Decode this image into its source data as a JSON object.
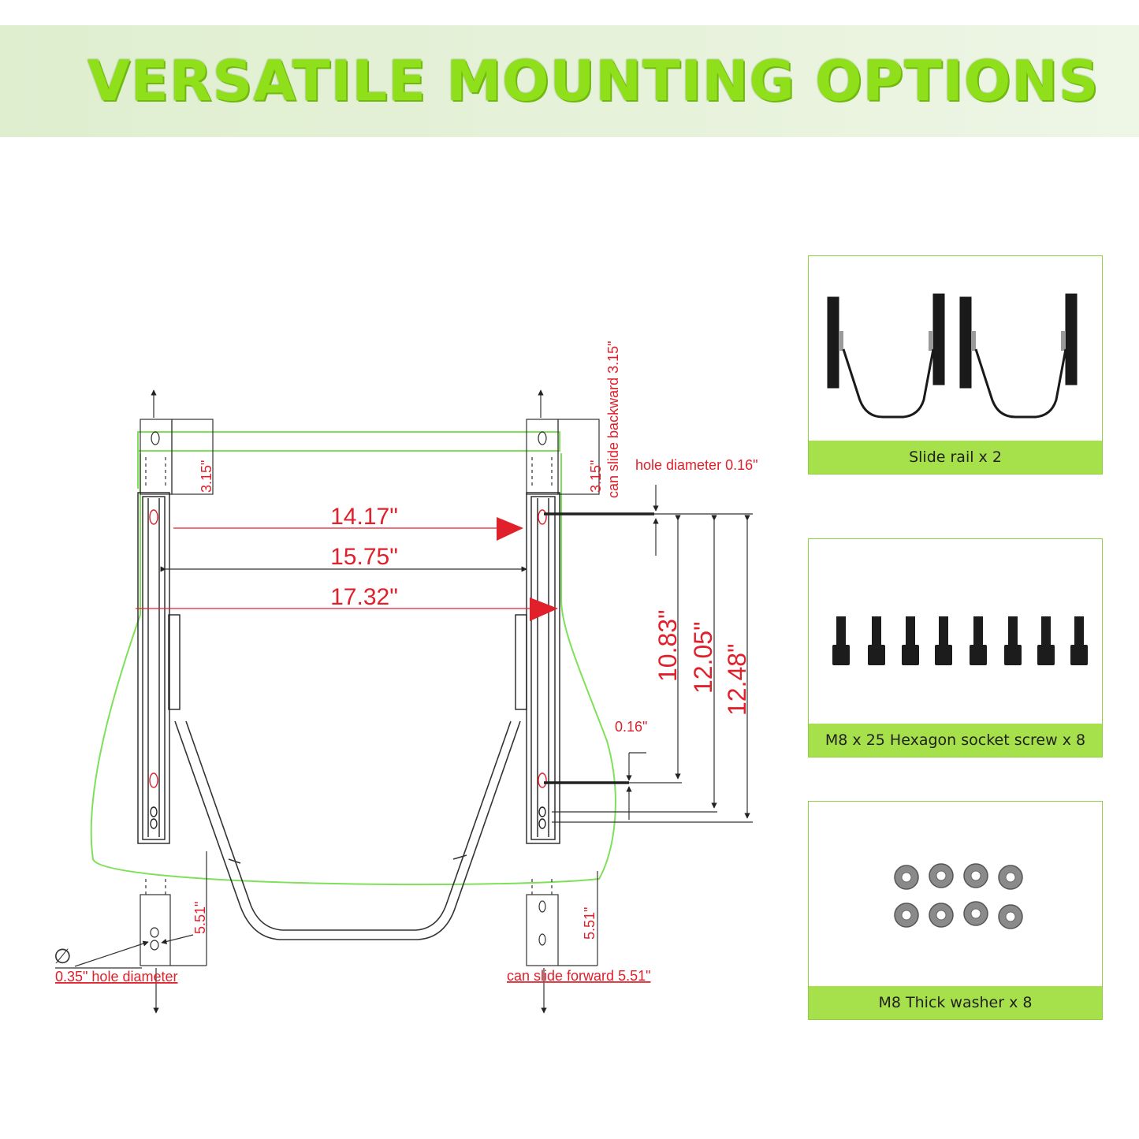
{
  "banner": {
    "title": "VERSATILE MOUNTING OPTIONS"
  },
  "diagram": {
    "width_14_17": "14.17\"",
    "width_15_75": "15.75\"",
    "width_17_32": "17.32\"",
    "length_10_83": "10.83\"",
    "length_12_05": "12.05\"",
    "length_12_48": "12.48\"",
    "offset_3_15_left": "3.15\"",
    "offset_3_15_right": "3.15\"",
    "slide_backward": "can slide backward 3.15\"",
    "hole_diameter_top": "hole diameter 0.16\"",
    "hole_small": "0.16\"",
    "offset_5_51_left": "5.51\"",
    "offset_5_51_right": "5.51\"",
    "hole_diameter_bottom": "0.35\" hole diameter",
    "slide_forward": "can slide forward 5.51\"",
    "phi_symbol": "∅"
  },
  "parts": [
    {
      "label": "Slide rail x 2",
      "icon": "slide-rail-icon"
    },
    {
      "label": "M8 x 25 Hexagon socket screw x 8",
      "icon": "screw-icon"
    },
    {
      "label": "M8 Thick washer x 8",
      "icon": "washer-icon"
    }
  ],
  "colors": {
    "accent_green": "#a6e04b",
    "title_green": "#8fe01a",
    "dimension_red": "#e0202a"
  }
}
